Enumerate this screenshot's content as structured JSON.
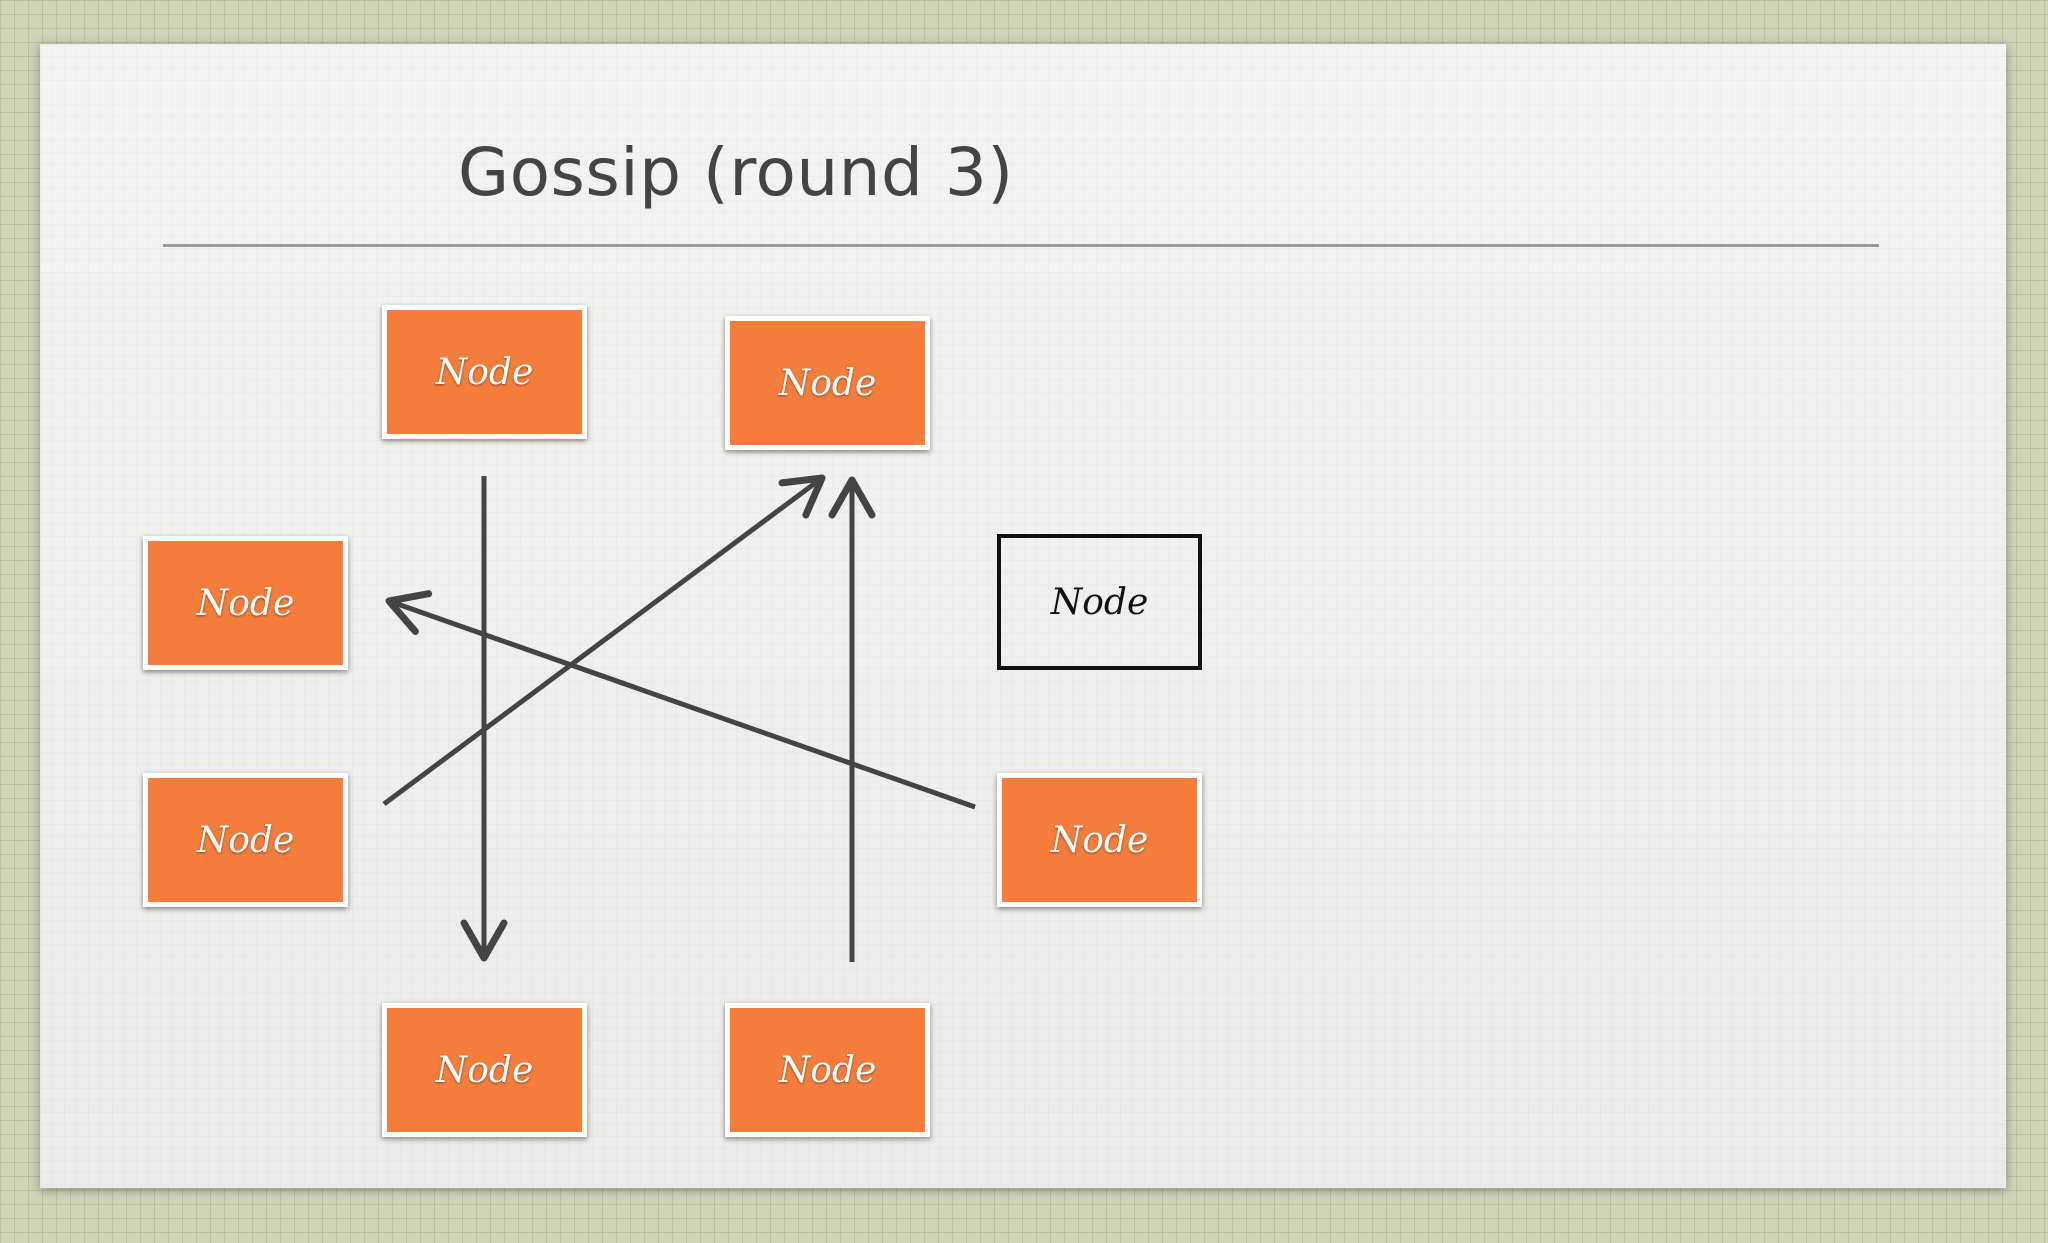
{
  "slide": {
    "title": "Gossip (round 3)"
  },
  "diagram": {
    "node_color": "#f47d3c",
    "arrow_color": "#444444",
    "nodes": [
      {
        "id": "top-left",
        "label": "Node",
        "style": "filled"
      },
      {
        "id": "top-right",
        "label": "Node",
        "style": "filled"
      },
      {
        "id": "mid-left",
        "label": "Node",
        "style": "filled"
      },
      {
        "id": "mid-right",
        "label": "Node",
        "style": "outline"
      },
      {
        "id": "lower-left",
        "label": "Node",
        "style": "filled"
      },
      {
        "id": "lower-right",
        "label": "Node",
        "style": "filled"
      },
      {
        "id": "bottom-left",
        "label": "Node",
        "style": "filled"
      },
      {
        "id": "bottom-right",
        "label": "Node",
        "style": "filled"
      }
    ],
    "arrows": [
      {
        "from": "top-left",
        "to": "bottom-left"
      },
      {
        "from": "lower-left",
        "to": "top-right"
      },
      {
        "from": "bottom-right",
        "to": "top-right"
      },
      {
        "from": "lower-right",
        "to": "mid-left"
      }
    ]
  }
}
